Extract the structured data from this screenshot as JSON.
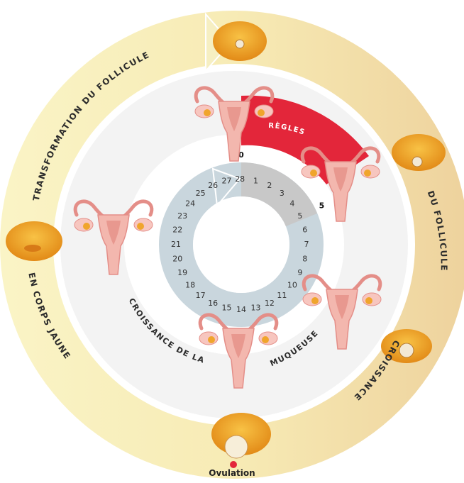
{
  "labels": {
    "regles": "RÈGLES",
    "transformation": "TRANSFORMATION DU FOLLICULE",
    "corps_jaune": "EN CORPS JAUNE",
    "du_follicule": "DU FOLLICULE",
    "croissance": "CROISSANCE",
    "croissance_de_la": "CROISSANCE DE LA",
    "muqueuse": "MUQUEUSE",
    "ovulation": "Ovulation"
  },
  "days": [
    "0",
    "1",
    "2",
    "3",
    "4",
    "5",
    "6",
    "7",
    "8",
    "9",
    "10",
    "11",
    "12",
    "13",
    "14",
    "15",
    "16",
    "17",
    "18",
    "19",
    "20",
    "21",
    "22",
    "23",
    "24",
    "25",
    "26",
    "27",
    "28"
  ],
  "colors": {
    "outer_ring_left": "#f8f1bf",
    "outer_ring_right": "#f0d9a5",
    "middle_ring": "#f4f4f4",
    "menstruation": "#e3263a",
    "day_ring": "#c9d6dd",
    "menses_days": "#c8c8c8",
    "ovary": "#f0a52c",
    "uterus": "#f0b1a8"
  }
}
